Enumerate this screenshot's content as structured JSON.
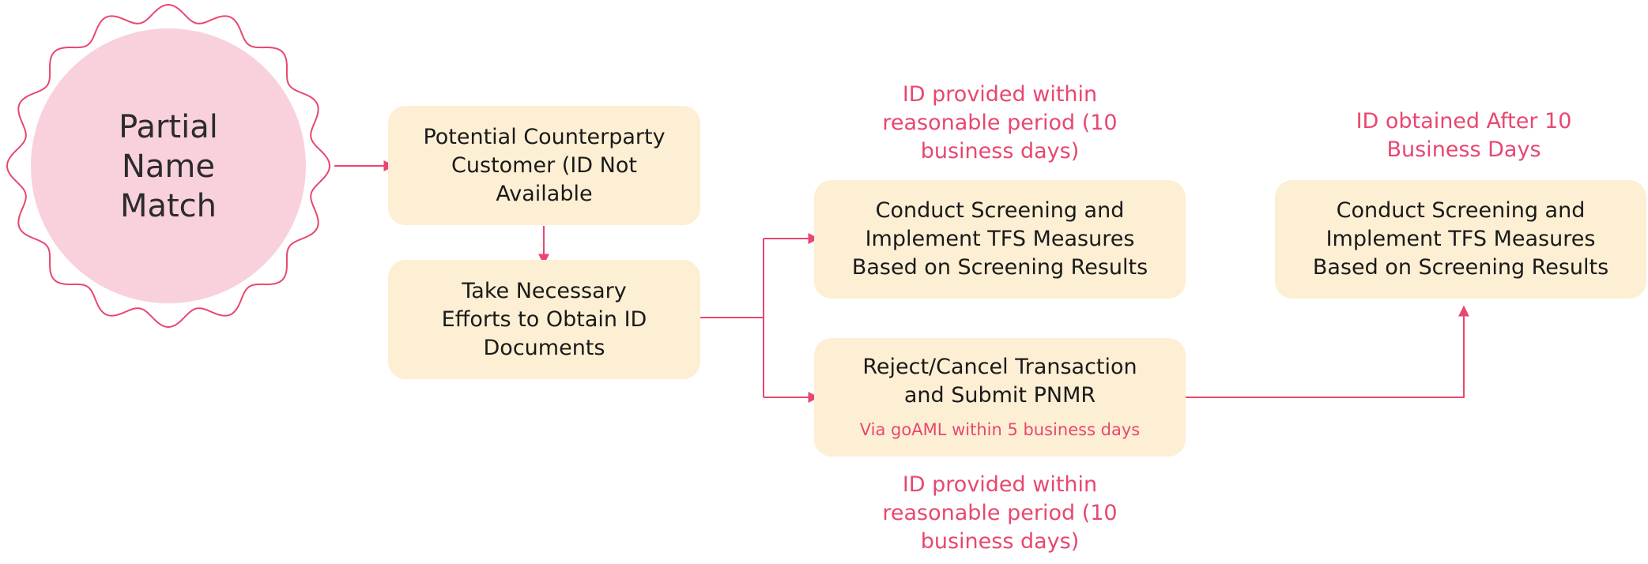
{
  "colors": {
    "accent": "#e8476f",
    "badge_fill": "#f8d1dc",
    "box_fill": "#fdefd3",
    "text": "#1a1a1a"
  },
  "badge": {
    "line1": "Partial",
    "line2": "Name",
    "line3": "Match"
  },
  "boxes": {
    "counterparty": {
      "line1": "Potential Counterparty",
      "line2": "Customer (ID Not",
      "line3": "Available"
    },
    "efforts": {
      "line1": "Take Necessary",
      "line2": "Efforts to Obtain ID",
      "line3": "Documents"
    },
    "screening_a": {
      "line1": "Conduct Screening and",
      "line2": "Implement TFS Measures",
      "line3": "Based on Screening Results"
    },
    "reject": {
      "line1": "Reject/Cancel Transaction",
      "line2": "and Submit PNMR",
      "sub": "Via goAML within 5 business days"
    },
    "screening_b": {
      "line1": "Conduct Screening and",
      "line2": "Implement TFS Measures",
      "line3": "Based on Screening Results"
    }
  },
  "notes": {
    "top": {
      "line1": "ID provided within",
      "line2": "reasonable period (10",
      "line3": "business days)"
    },
    "bottom": {
      "line1": "ID provided within",
      "line2": "reasonable period (10",
      "line3": "business days)"
    },
    "after": {
      "line1": "ID obtained After 10",
      "line2": "Business Days"
    }
  }
}
